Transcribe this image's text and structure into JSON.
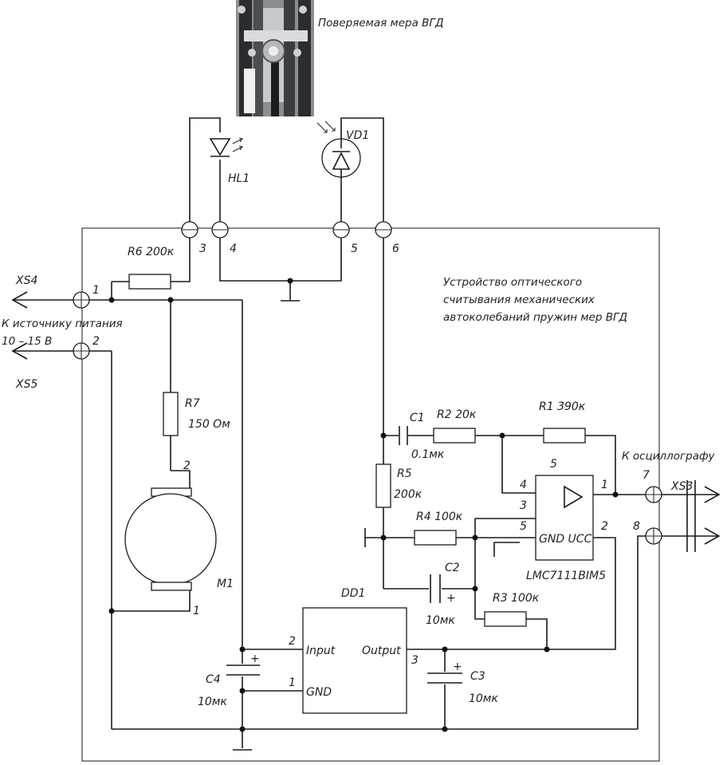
{
  "photo_label": "Поверяемая мера ВГД",
  "device_label": [
    "Устройство оптического",
    "считывания механических",
    "автоколебаний пружин мер ВГД"
  ],
  "source_label": [
    "К источнику питания",
    "10 – 15 В"
  ],
  "scope_label": "К осциллографу",
  "connectors": {
    "xs4": "XS4",
    "xs5": "XS5",
    "xs3": "XS3",
    "pins": [
      "1",
      "2",
      "3",
      "4",
      "5",
      "6",
      "7",
      "8"
    ]
  },
  "components": {
    "hl1": "HL1",
    "vd1": "VD1",
    "r6": "R6 200к",
    "r7": "R7",
    "r7_val": "150 Ом",
    "m1": "M1",
    "m1_pin2": "2",
    "m1_pin1": "1",
    "c1": "C1",
    "c1_val": "0.1мк",
    "r2": "R2  20к",
    "r1": "R1  390к",
    "r5": "R5",
    "r5_val": "200к",
    "r4": "R4 100к",
    "c2": "C2",
    "c2_val": "10мк",
    "r3": "R3  100к",
    "dd1": "DD1",
    "dd1_input": "Input",
    "dd1_gnd": "GND",
    "dd1_output": "Output",
    "dd1_pin2": "2",
    "dd1_pin1": "1",
    "dd1_pin3": "3",
    "c4": "C4",
    "c4_val": "10мк",
    "c3": "C3",
    "c3_val": "10мк",
    "opamp": "LMC7111BIM5",
    "opamp_gnd_ucc": "GND UCC",
    "opamp_pins": {
      "p4": "4",
      "p3": "3",
      "p5a": "5",
      "p5": "5",
      "p1": "1",
      "p2": "2"
    }
  }
}
